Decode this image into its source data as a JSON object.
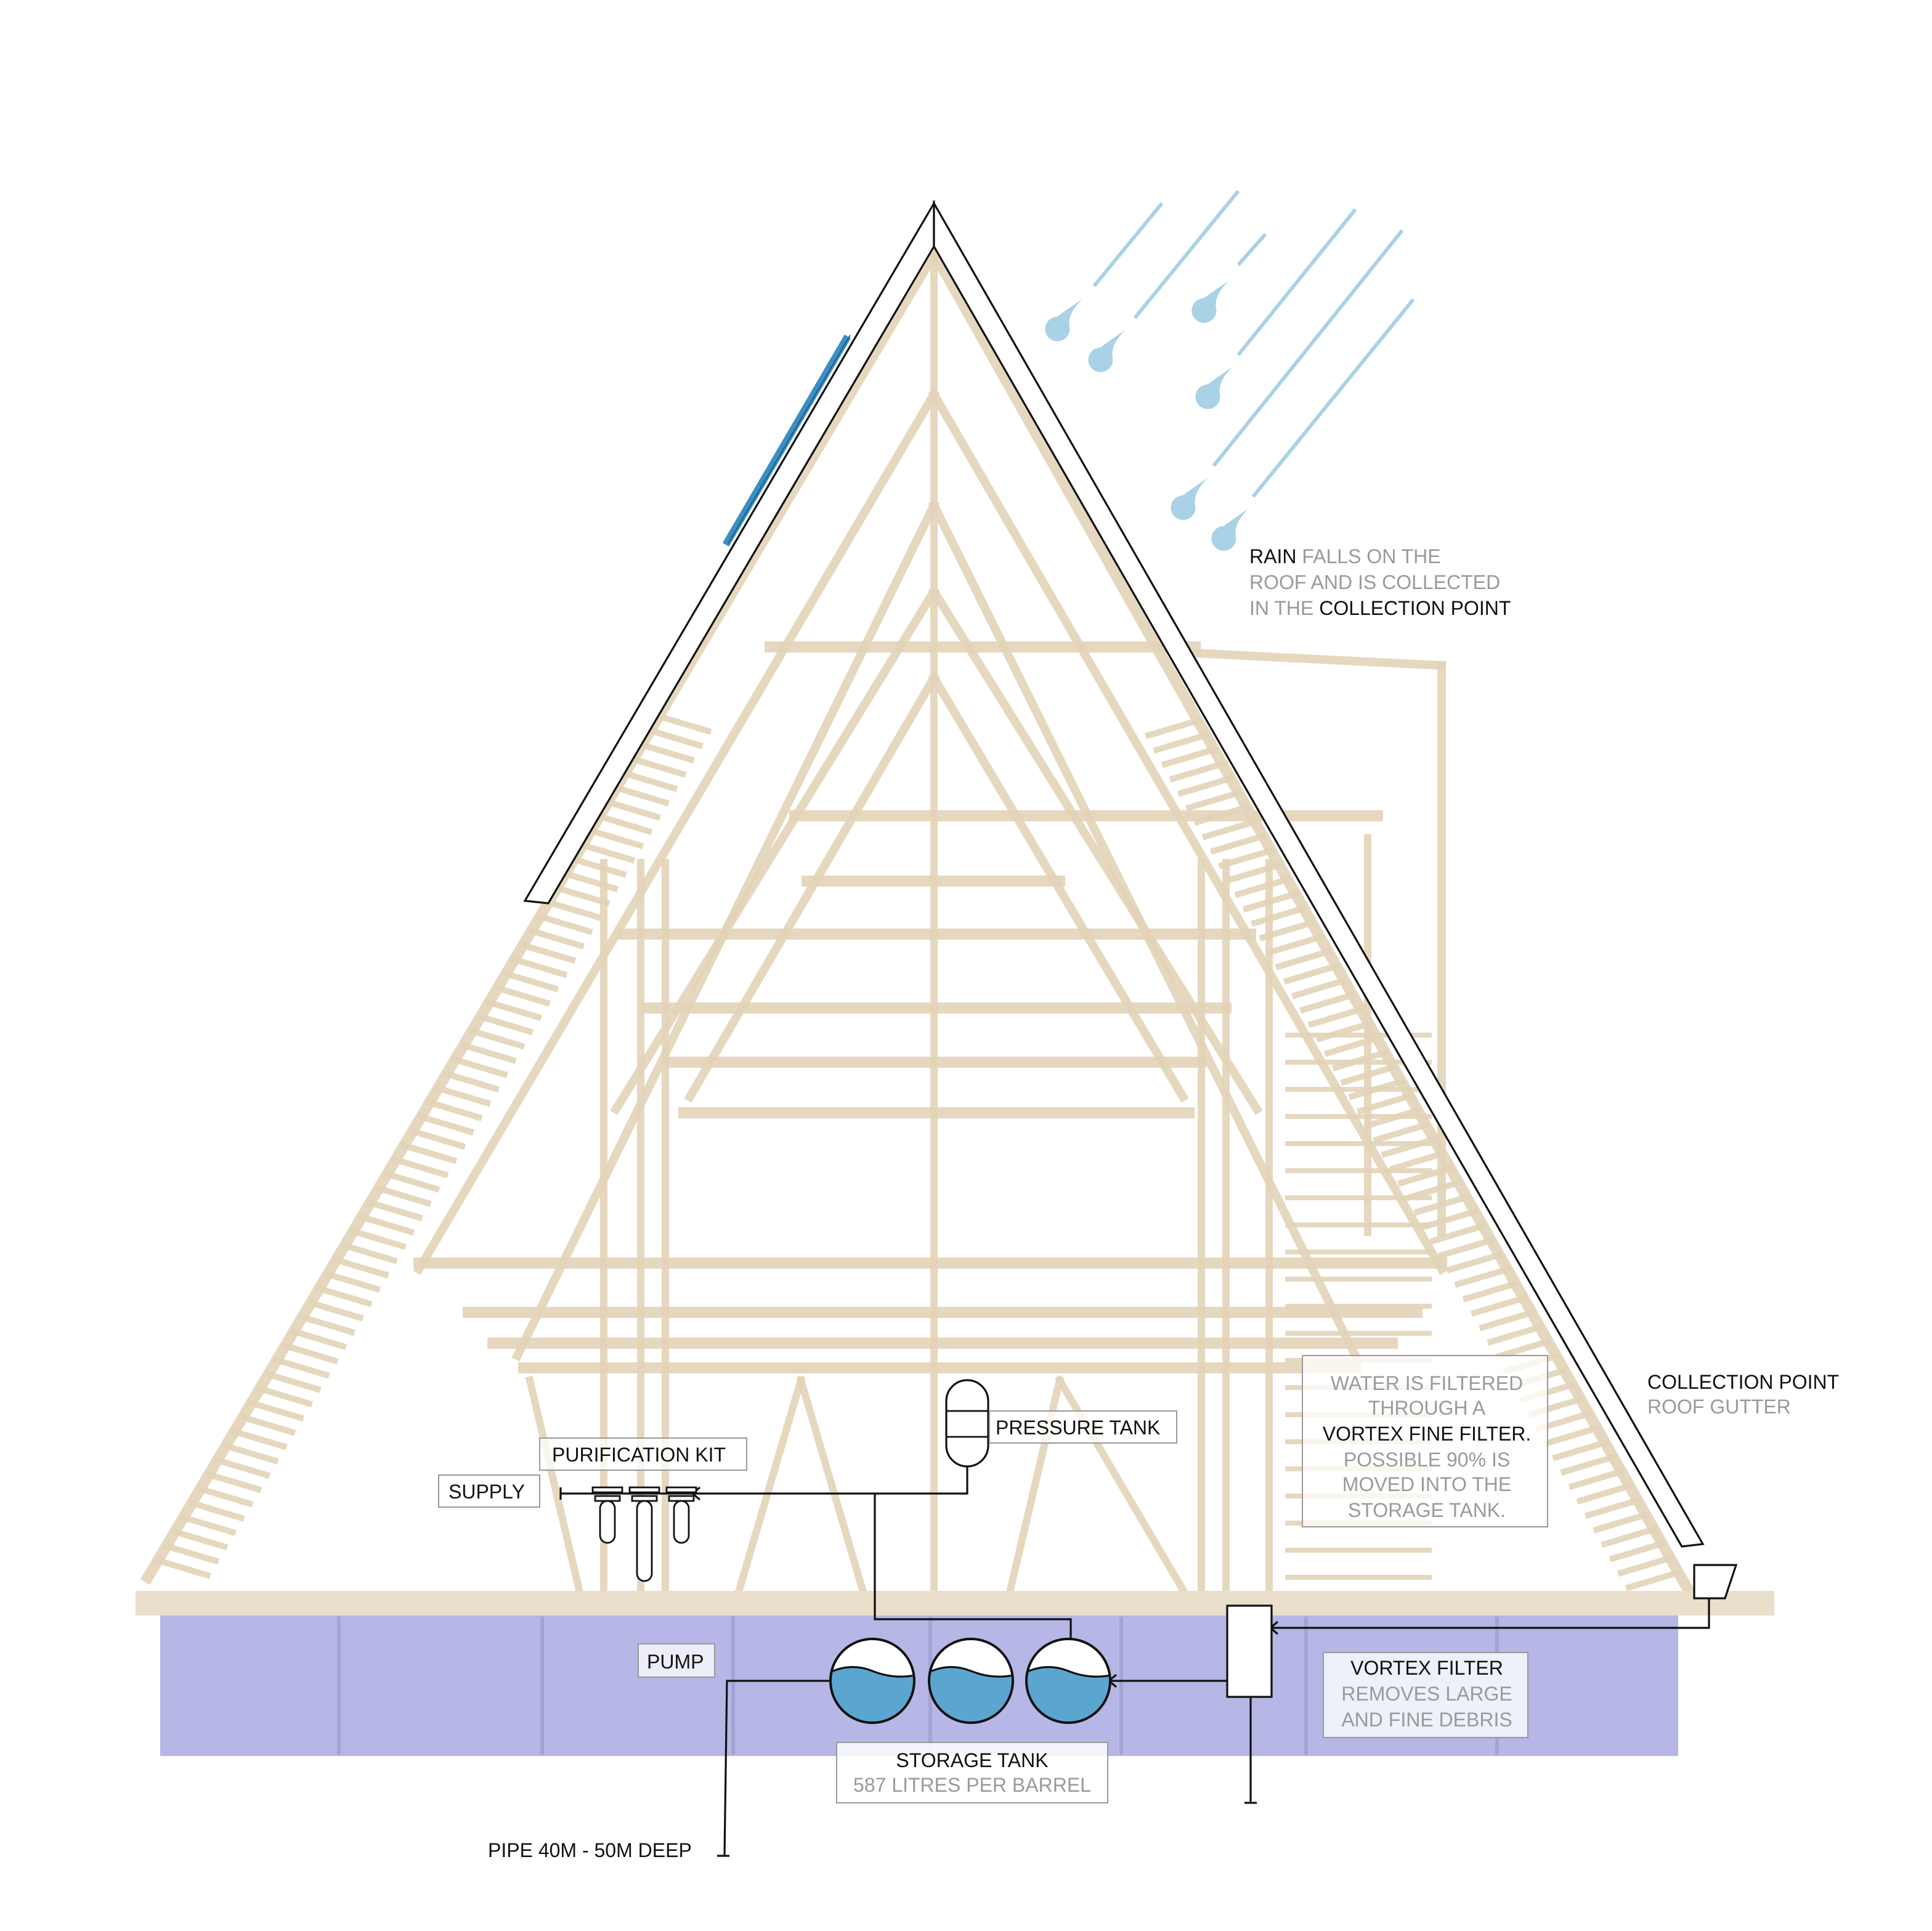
{
  "colors": {
    "wood": "#e3d4b9",
    "barrels": "#b6b7e6",
    "water": "#5ba6d0",
    "rain": "#a9d2e6",
    "solar_panel": "#3a8fc4"
  },
  "labels": {
    "rain": {
      "l1a": "RAIN",
      "l1b": " FALLS ON THE",
      "l2": "ROOF AND IS COLLECTED",
      "l3a": "IN THE ",
      "l3b": "COLLECTION POINT"
    },
    "collection_point": {
      "title": "COLLECTION POINT",
      "subtitle": "ROOF GUTTER"
    },
    "fine_filter": {
      "l1": "WATER IS FILTERED",
      "l2": "THROUGH A",
      "l3": "VORTEX FINE FILTER.",
      "l4": "POSSIBLE 90% IS",
      "l5": "MOVED INTO THE",
      "l6": "STORAGE TANK."
    },
    "pressure_tank": "PRESSURE TANK",
    "purification_kit": "PURIFICATION KIT",
    "supply": "SUPPLY",
    "pump": "PUMP",
    "vortex_filter": {
      "title": "VORTEX FILTER",
      "l1": "REMOVES LARGE",
      "l2": "AND FINE DEBRIS"
    },
    "storage_tank": {
      "title": "STORAGE TANK",
      "subtitle": "587 LITRES PER BARREL"
    },
    "pipe": "PIPE 40M - 50M DEEP"
  }
}
